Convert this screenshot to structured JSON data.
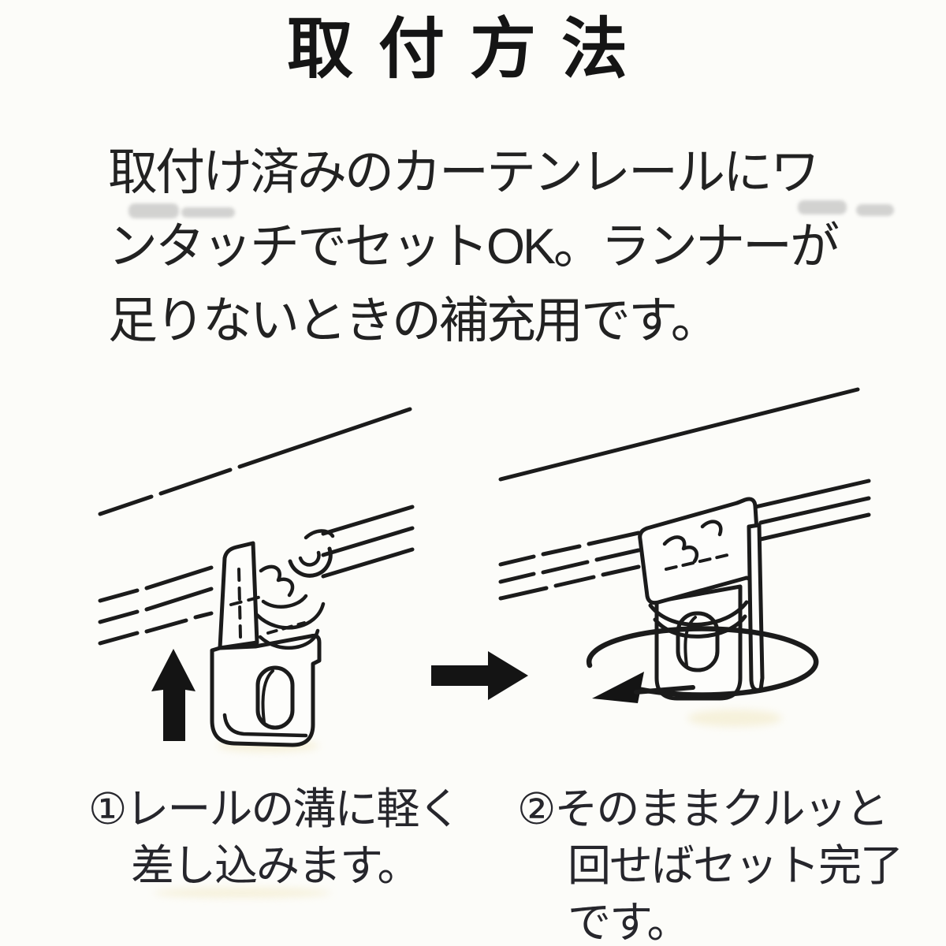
{
  "colors": {
    "paper": "#fcfcf9",
    "ink": "#1b1b1b",
    "text": "#222222"
  },
  "title": "取付方法",
  "intro": {
    "lines": [
      "取付け済みのカーテンレールにワ",
      "ンタッチでセットOK。ランナーが",
      "足りないときの補充用です。"
    ]
  },
  "steps": [
    {
      "number": "①",
      "lines": [
        "レールの溝に軽く",
        "差し込みます。"
      ]
    },
    {
      "number": "②",
      "lines": [
        "そのままクルッと",
        "回せばセット完了",
        "です。"
      ]
    }
  ],
  "icons": {
    "up_arrow": "insert-upward-arrow",
    "right_arrow": "next-step-arrow",
    "rotate_arrow": "rotation-arrow"
  }
}
